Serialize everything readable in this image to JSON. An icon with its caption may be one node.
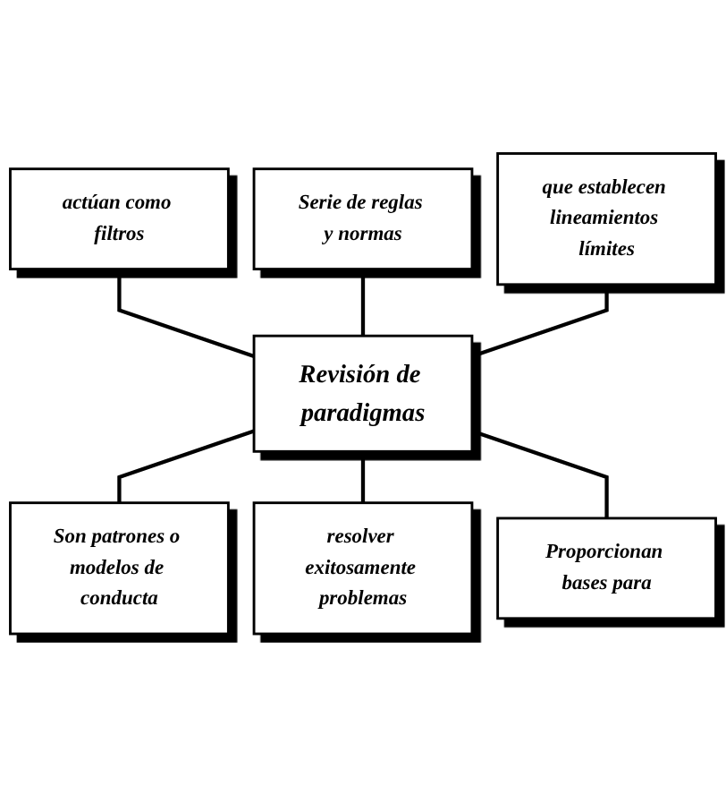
{
  "diagram": {
    "nodes": [
      {
        "text": [
          "Serie de reglas y normas"
        ]
      },
      {
        "text": [
          "actúan como filtros"
        ]
      },
      {
        "text": [
          "que establecen lineamientos límites"
        ]
      },
      {
        "text": [
          "Revisión de paradigmas"
        ]
      },
      {
        "text": [
          "Son patrones o modelos de conducta"
        ]
      },
      {
        "text": [
          "Proporcionan bases para"
        ]
      },
      {
        "text": [
          "resolver exitosamente problemas"
        ]
      }
    ],
    "edges": [
      {
        "from": 1,
        "to": 3,
        "arrow": "none"
      },
      {
        "from": 0,
        "to": 3,
        "arrow": "none"
      },
      {
        "from": 2,
        "to": 3,
        "arrow": "none"
      },
      {
        "from": 3,
        "to": 4,
        "arrow": "none"
      },
      {
        "from": 3,
        "to": 6,
        "arrow": "none"
      },
      {
        "from": 3,
        "to": 5,
        "arrow": "none"
      }
    ]
  }
}
